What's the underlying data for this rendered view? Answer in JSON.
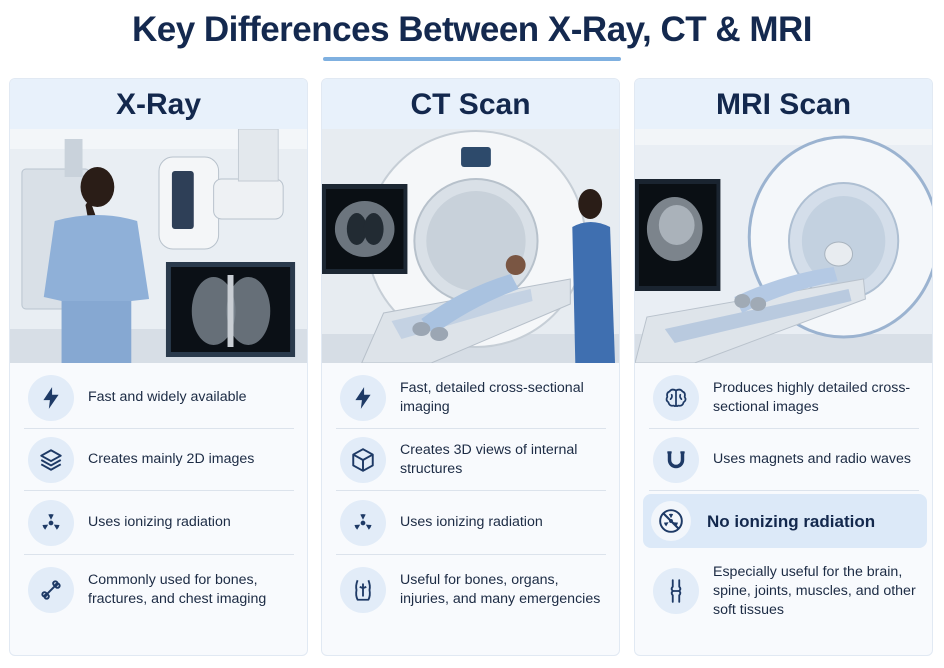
{
  "page": {
    "title": "Key Differences Between X-Ray, CT & MRI"
  },
  "colors": {
    "title": "#14294f",
    "accent_rule": "#7fb0e0",
    "card_header": "#e8f1fb",
    "icon_circle": "#e2ecf8",
    "icon_stroke": "#1e3a66",
    "highlight": "#dce9f8"
  },
  "columns": [
    {
      "title": "X-Ray",
      "features": [
        {
          "icon": "lightning-icon",
          "text": "Fast and widely available"
        },
        {
          "icon": "layers-icon",
          "text": "Creates mainly 2D images"
        },
        {
          "icon": "radiation-icon",
          "text": "Uses ionizing radiation"
        },
        {
          "icon": "bone-icon",
          "text": "Commonly used for bones, fractures, and chest imaging"
        }
      ]
    },
    {
      "title": "CT Scan",
      "features": [
        {
          "icon": "lightning-icon",
          "text": "Fast, detailed cross-sectional imaging"
        },
        {
          "icon": "cube-icon",
          "text": "Creates 3D views of internal structures"
        },
        {
          "icon": "radiation-icon",
          "text": "Uses ionizing radiation"
        },
        {
          "icon": "torso-icon",
          "text": "Useful for bones, organs, injuries, and many emergencies"
        }
      ]
    },
    {
      "title": "MRI Scan",
      "features": [
        {
          "icon": "brain-icon",
          "text": "Produces highly detailed cross-sectional images"
        },
        {
          "icon": "magnet-icon",
          "text": "Uses magnets and radio waves"
        },
        {
          "icon": "no-radiation-icon",
          "text": "No ionizing radiation",
          "highlighted": true
        },
        {
          "icon": "joint-icon",
          "text": "Especially useful for the brain, spine, joints, muscles, and other soft tissues"
        }
      ]
    }
  ]
}
